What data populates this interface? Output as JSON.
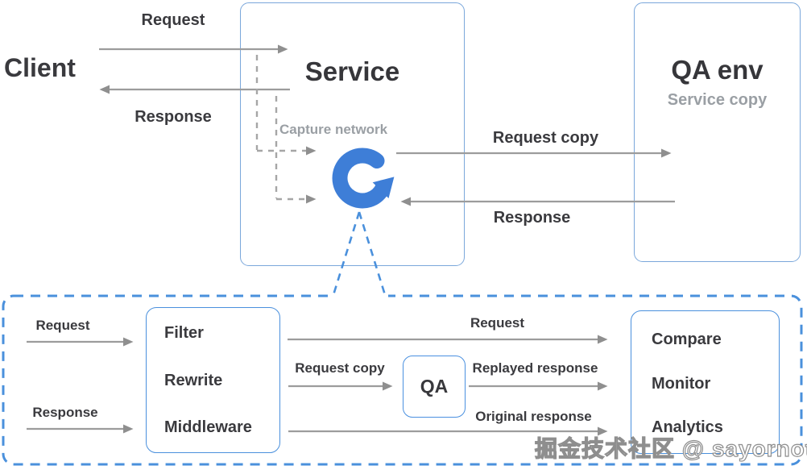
{
  "colors": {
    "logo_blue": "#3E7ED7",
    "panel_dash_blue": "#4A90DC",
    "box_border_light_blue": "#7AA7DB",
    "box_border_blue": "#4A90DD",
    "arrow_gray": "#9C9C9C",
    "text_dark": "#38383C",
    "text_gray": "#9A9FA4"
  },
  "top_flow": {
    "client_label": "Client",
    "request_label": "Request",
    "response_label": "Response",
    "service_box": {
      "title": "Service",
      "capture_label": "Capture network",
      "capture_icon": "goreplay-circular-arrow-icon"
    },
    "qa_env_box": {
      "title": "QA env",
      "subtitle": "Service copy"
    },
    "request_copy_label": "Request copy",
    "response_copy_label": "Response"
  },
  "detail_panel": {
    "request_in_label": "Request",
    "response_in_label": "Response",
    "processor_box_items": [
      "Filter",
      "Rewrite",
      "Middleware"
    ],
    "request_out_label": "Request",
    "request_copy_label": "Request copy",
    "qa_box_label": "QA",
    "replayed_response_label": "Replayed response",
    "original_response_label": "Original response",
    "analysis_box_items": [
      "Compare",
      "Monitor",
      "Analytics"
    ]
  },
  "watermark": "掘金技术社区 @ sayornottt"
}
